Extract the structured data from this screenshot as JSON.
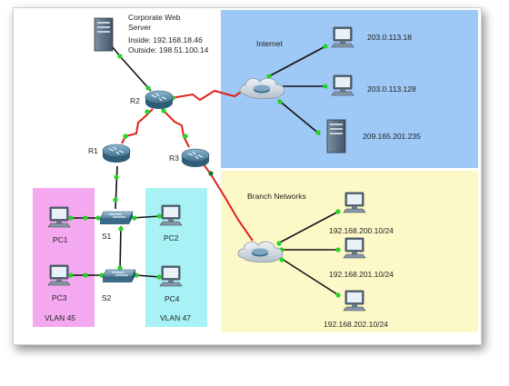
{
  "server": {
    "title_line1": "Corporate Web",
    "title_line2": "Server",
    "inside": "Inside: 192.168.18.46",
    "outside": "Outside: 198.51.100.14"
  },
  "zones": {
    "internet": "Internet",
    "branch": "Branch Networks",
    "vlan45": "VLAN 45",
    "vlan47": "VLAN 47"
  },
  "routers": {
    "r1": "R1",
    "r2": "R2",
    "r3": "R3"
  },
  "switches": {
    "s1": "S1",
    "s2": "S2"
  },
  "pcs": {
    "pc1": "PC1",
    "pc2": "PC2",
    "pc3": "PC3",
    "pc4": "PC4"
  },
  "internet_hosts": {
    "h1": "203.0.113.18",
    "h2": "203.0.113.128",
    "srv": "209.165.201.235"
  },
  "branch_hosts": {
    "b1": "192.168.200.10/24",
    "b2": "192.168.201.10/24",
    "b3": "192.168.202.10/24"
  },
  "colors": {
    "internet_zone": "#9ec8f5",
    "branch_zone": "#fdf8c8",
    "vlan45_zone": "#f3a8f0",
    "vlan47_zone": "#a8f2f5",
    "serial_link": "#e0211c",
    "ethernet_link": "#111111",
    "port_up": "#25d425"
  }
}
